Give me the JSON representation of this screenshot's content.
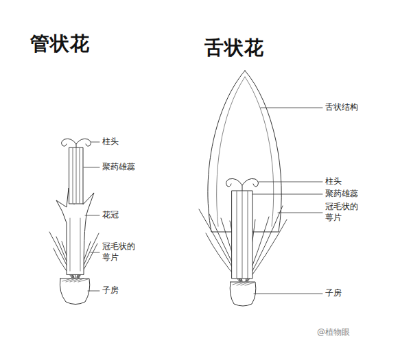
{
  "diagram": {
    "labels": [
      "管状花",
      "舌状花",
      "柱头",
      "聚药雄蕊",
      "花冠",
      "冠毛状的萼片",
      "子房",
      "舌状结构",
      "柱头",
      "聚药雄蕊",
      "冠毛状的萼片",
      "子房",
      "@植物眼"
    ]
  }
}
